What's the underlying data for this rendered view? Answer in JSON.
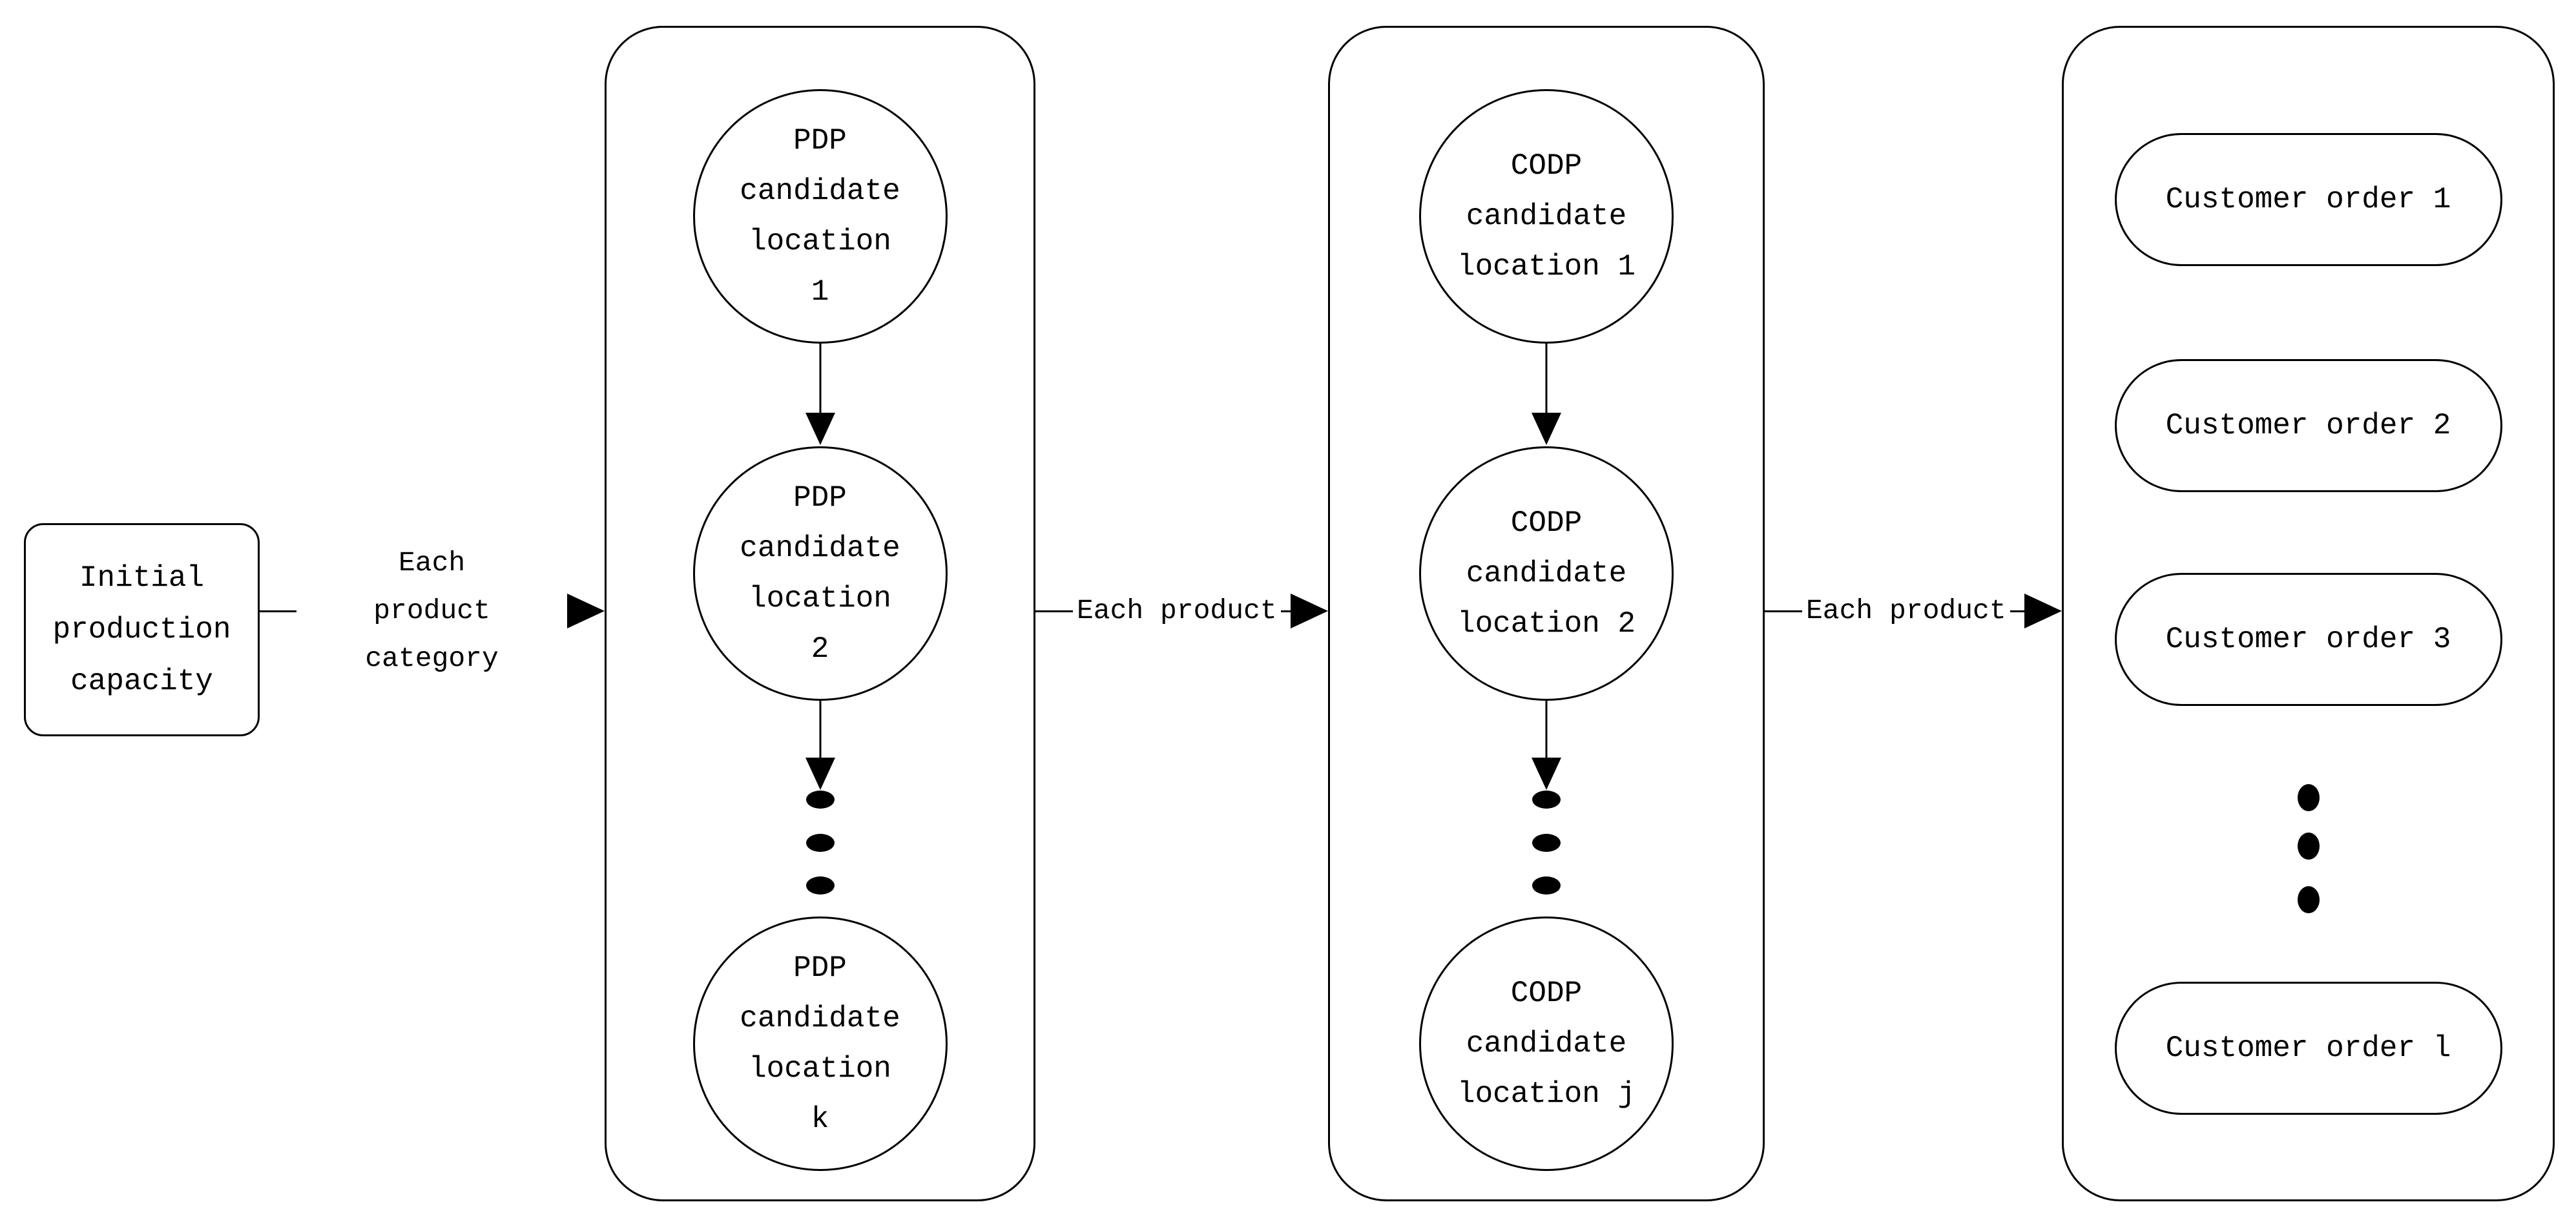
{
  "source": {
    "label": "Initial\nproduction\ncapacity"
  },
  "connectors": [
    {
      "label": "Each\nproduct category"
    },
    {
      "label": "Each product"
    },
    {
      "label": "Each product"
    }
  ],
  "pdp": {
    "nodes": [
      "PDP\ncandidate\nlocation\n1",
      "PDP\ncandidate\nlocation\n2",
      "PDP\ncandidate\nlocation\nk"
    ],
    "ellipsis_dots": 3
  },
  "codp": {
    "nodes": [
      "CODP\ncandidate\nlocation 1",
      "CODP\ncandidate\nlocation 2",
      "CODP\ncandidate\nlocation j"
    ],
    "ellipsis_dots": 3
  },
  "orders": {
    "nodes": [
      "Customer order 1",
      "Customer order 2",
      "Customer order 3",
      "Customer order l"
    ],
    "ellipsis_dots": 3
  },
  "colors": {
    "stroke": "#000000",
    "background": "#ffffff"
  }
}
